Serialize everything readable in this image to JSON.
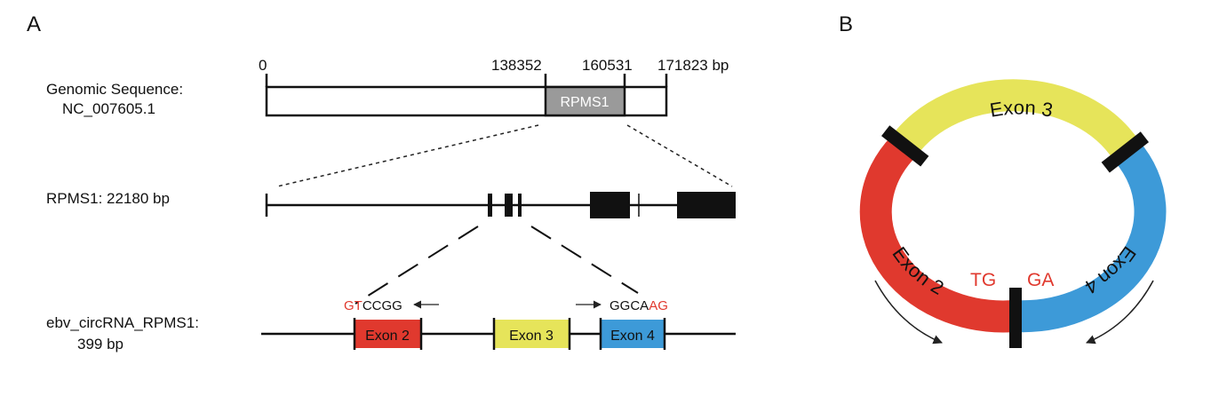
{
  "panels": {
    "a": "A",
    "b": "B"
  },
  "genomic": {
    "label_line1": "Genomic Sequence:",
    "label_line2": "NC_007605.1",
    "ticks": [
      "0",
      "138352",
      "160531",
      "171823 bp"
    ],
    "gene_label": "RPMS1"
  },
  "rpms1": {
    "label": "RPMS1: 22180 bp"
  },
  "circ": {
    "label_line1": "ebv_circRNA_RPMS1:",
    "label_line2": "399 bp",
    "left_seq_red": "GT",
    "left_seq_black": "CCGG",
    "right_seq_black": "GGCA",
    "right_seq_red": "AG",
    "exons": [
      "Exon 2",
      "Exon 3",
      "Exon 4"
    ]
  },
  "ring": {
    "exon2": "Exon 2",
    "exon3": "Exon 3",
    "exon4": "Exon 4",
    "junction_left": "TG",
    "junction_right": "GA"
  },
  "colors": {
    "exon2": "#e0392e",
    "exon3": "#e6e45a",
    "exon4": "#3d9ad8",
    "gene_box": "#9a9a9a",
    "splice_red": "#e0392e"
  }
}
